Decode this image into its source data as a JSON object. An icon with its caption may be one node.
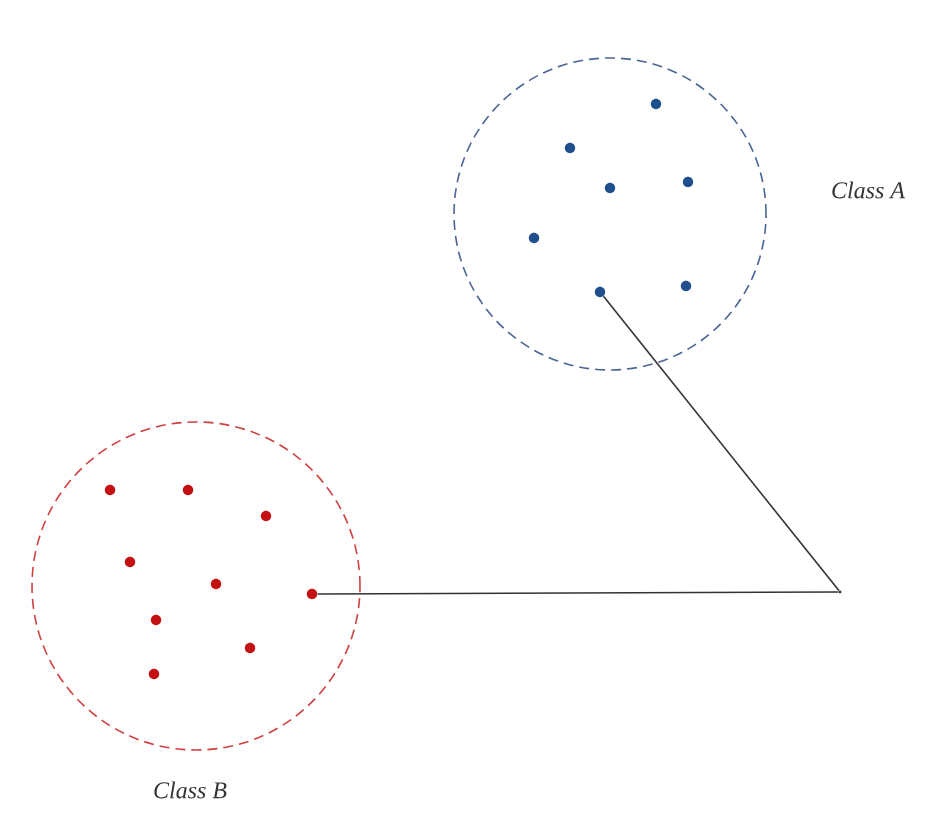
{
  "diagram": {
    "nodes": [
      {
        "text": [
          "Class A"
        ]
      },
      {
        "text": [],
        "shape": "circle",
        "in": 0
      },
      {
        "text": [
          "Class B"
        ]
      },
      {
        "text": [],
        "shape": "circle",
        "in": 2
      },
      {
        "text": [],
        "shape": "point"
      }
    ],
    "edges": [
      {
        "from": 4,
        "to": 1,
        "arrow": "none"
      },
      {
        "from": 4,
        "to": 3,
        "arrow": "none"
      }
    ]
  }
}
